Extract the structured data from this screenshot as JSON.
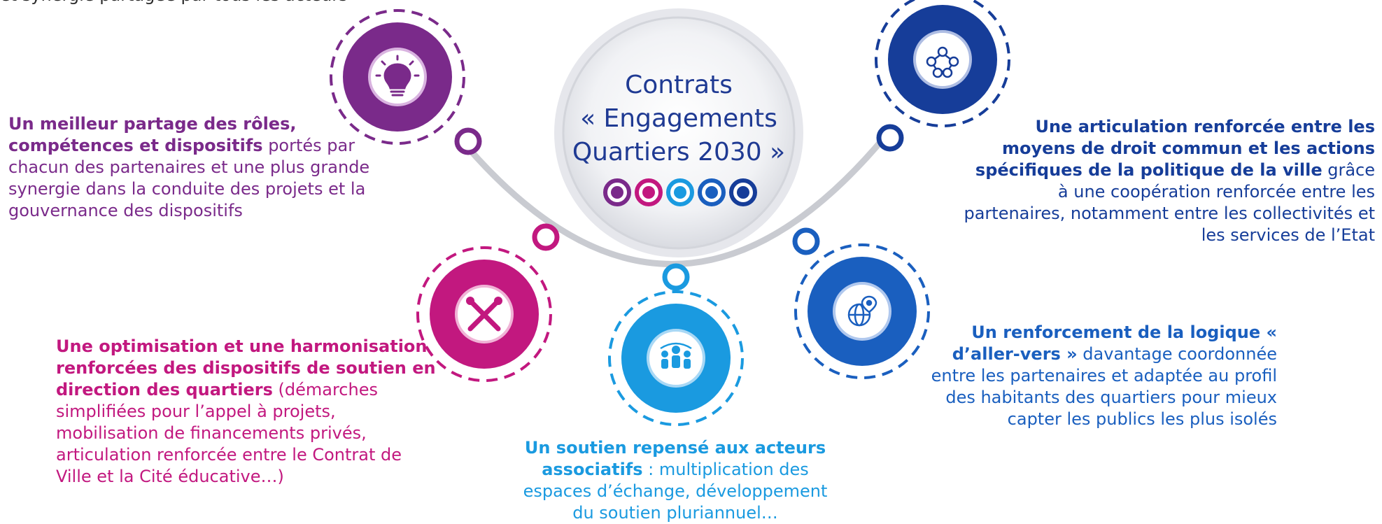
{
  "top_cut_text": "et synergie partagée par tous les acteurs",
  "center": {
    "line1": "Contrats",
    "line2": "« Engagements",
    "line3": "Quartiers 2030 »"
  },
  "colors": {
    "purple": "#7a2a8a",
    "magenta": "#c2187f",
    "light_blue": "#1a9ae0",
    "blue": "#1a5fbf",
    "navy": "#163d99",
    "arc_grey": "#c9cbd1"
  },
  "icons": {
    "purple": "lightbulb-icon",
    "magenta": "tools-icon",
    "light_blue": "team-icon",
    "blue": "globe-pin-icon",
    "navy": "network-icon"
  },
  "blocks": {
    "purple": {
      "bold": "Un meilleur partage des rôles, compétences et dispositifs",
      "rest": " portés par chacun des partenaires et une plus grande synergie dans la conduite des projets et la gouvernance des dispositifs"
    },
    "magenta": {
      "bold": "Une optimisation et une harmonisation renforcées des dispositifs de soutien en direction des quartiers",
      "rest": " (démarches simplifiées pour l’appel à projets, mobilisation de financements privés, articulation renforcée entre le Contrat de Ville et la Cité éducative…)"
    },
    "light_blue": {
      "bold": "Un soutien repensé aux acteurs associatifs",
      "rest": " : multiplication des espaces d’échange, développement du soutien pluriannuel…"
    },
    "blue": {
      "bold": "Un renforcement de la logique « d’aller-vers »",
      "rest": " davantage coordonnée entre les partenaires et adaptée au profil des habitants des quartiers pour mieux capter les publics les plus isolés"
    },
    "navy": {
      "bold": "Une articulation renforcée entre les moyens de droit commun et les actions spécifiques de la politique de la ville",
      "rest": " grâce à une coopération renforcée entre les partenaires, notamment entre les collectivités et les services de l’Etat"
    }
  }
}
